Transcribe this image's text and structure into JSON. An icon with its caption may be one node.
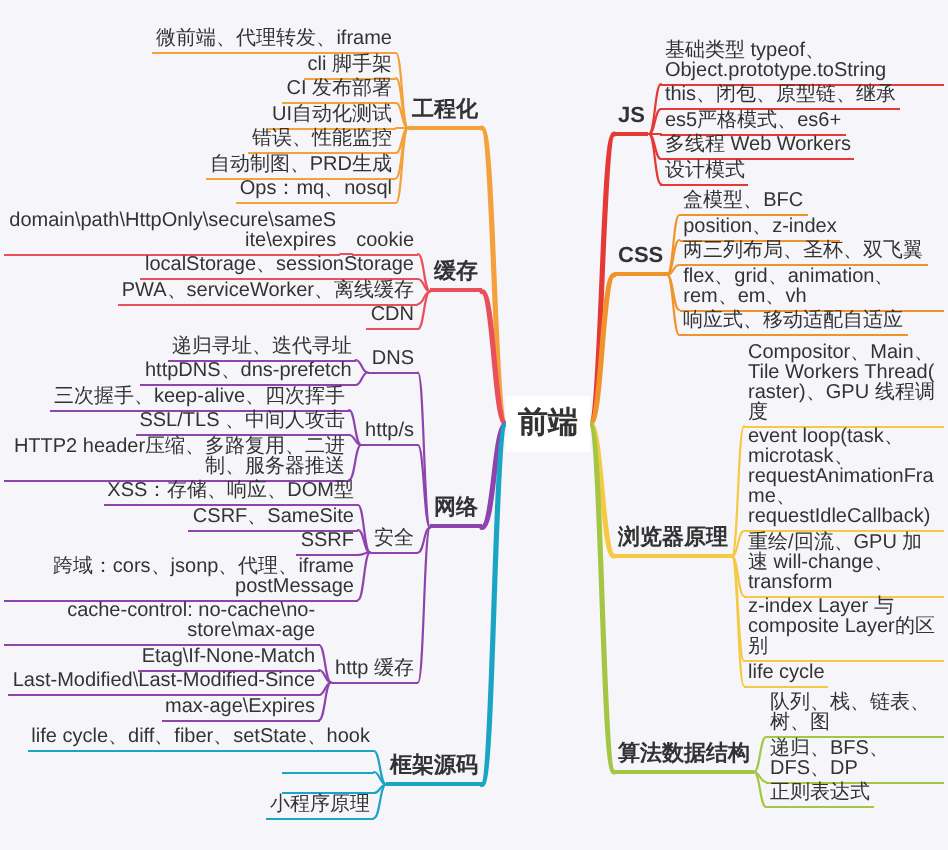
{
  "diagram": {
    "nodes": [
      {
        "text": [
          "前端"
        ]
      },
      {
        "text": [
          "工程化"
        ]
      },
      {
        "text": [
          "微前端、代理转发、iframe"
        ]
      },
      {
        "text": [
          "cli 脚手架"
        ]
      },
      {
        "text": [
          "CI 发布部署"
        ]
      },
      {
        "text": [
          "UI自动化测试"
        ]
      },
      {
        "text": [
          "错误、性能监控"
        ]
      },
      {
        "text": [
          "自动制图、PRD生成"
        ]
      },
      {
        "text": [
          "Ops：mq、nosql"
        ]
      },
      {
        "text": [
          "缓存"
        ]
      },
      {
        "text": [
          "cookie"
        ]
      },
      {
        "text": [
          "domain\\path\\HttpOnly\\secure\\sameSite\\expires"
        ]
      },
      {
        "text": [
          "localStorage、sessionStorage"
        ]
      },
      {
        "text": [
          "PWA、serviceWorker、离线缓存"
        ]
      },
      {
        "text": [
          "CDN"
        ]
      },
      {
        "text": [
          "网络"
        ]
      },
      {
        "text": [
          "DNS"
        ]
      },
      {
        "text": [
          "递归寻址、迭代寻址"
        ]
      },
      {
        "text": [
          "httpDNS、dns-prefetch"
        ]
      },
      {
        "text": [
          "http/s"
        ]
      },
      {
        "text": [
          "三次握手、keep-alive、四次挥手"
        ]
      },
      {
        "text": [
          "SSL/TLS 、中间人攻击"
        ]
      },
      {
        "text": [
          "HTTP2 header压缩、多路复用、二进制、服务器推送"
        ]
      },
      {
        "text": [
          "安全"
        ]
      },
      {
        "text": [
          "XSS：存储、响应、DOM型"
        ]
      },
      {
        "text": [
          "CSRF、SameSite"
        ]
      },
      {
        "text": [
          "SSRF"
        ]
      },
      {
        "text": [
          "跨域：cors、jsonp、代理、iframe postMessage"
        ]
      },
      {
        "text": [
          "http 缓存"
        ]
      },
      {
        "text": [
          "cache-control: no-cache\\no-store\\max-age"
        ]
      },
      {
        "text": [
          "Etag\\If-None-Match"
        ]
      },
      {
        "text": [
          "Last-Modified\\Last-Modified-Since"
        ]
      },
      {
        "text": [
          "max-age\\Expires"
        ]
      },
      {
        "text": [
          "框架源码"
        ]
      },
      {
        "text": [
          "life cycle、diff、fiber、setState、hook"
        ]
      },
      {
        "text": [],
        "shape": "bar"
      },
      {
        "text": [],
        "shape": "bar"
      },
      {
        "text": [
          "小程序原理"
        ]
      },
      {
        "text": [
          "JS"
        ]
      },
      {
        "text": [
          "基础类型 typeof、Object.prototype.toString"
        ]
      },
      {
        "text": [
          "this、闭包、原型链、继承"
        ]
      },
      {
        "text": [
          "es5严格模式、es6+"
        ]
      },
      {
        "text": [
          "多线程 Web Workers"
        ]
      },
      {
        "text": [
          "设计模式"
        ]
      },
      {
        "text": [
          "CSS"
        ]
      },
      {
        "text": [
          "盒模型、BFC"
        ]
      },
      {
        "text": [
          "position、z-index"
        ]
      },
      {
        "text": [
          "两三列布局、圣杯、双飞翼"
        ]
      },
      {
        "text": [
          "flex、grid、animation、rem、em、vh"
        ]
      },
      {
        "text": [
          "响应式、移动适配自适应"
        ]
      },
      {
        "text": [
          "浏览器原理"
        ]
      },
      {
        "text": [
          "Compositor、Main、Tile Workers Thread( raster)、GPU 线程调度"
        ]
      },
      {
        "text": [
          "event loop(task、microtask、requestAnimationFrame、requestIdleCallback)"
        ]
      },
      {
        "text": [
          "重绘/回流、GPU 加速 will-change、transform"
        ]
      },
      {
        "text": [
          "z-index Layer 与 composite Layer的区别"
        ]
      },
      {
        "text": [
          "life cycle"
        ]
      },
      {
        "text": [
          "算法数据结构"
        ]
      },
      {
        "text": [
          "队列、栈、链表、树、图"
        ]
      },
      {
        "text": [
          "递归、BFS、DFS、DP"
        ]
      },
      {
        "text": [
          "正则表达式"
        ]
      }
    ],
    "edges": [
      {
        "from": 0,
        "to": 1,
        "arrow": "none",
        "style": "thick",
        "color": "#f5a13b"
      },
      {
        "from": 1,
        "to": 2,
        "arrow": "none",
        "color": "#f5a13b"
      },
      {
        "from": 1,
        "to": 3,
        "arrow": "none",
        "color": "#f5a13b"
      },
      {
        "from": 1,
        "to": 4,
        "arrow": "none",
        "color": "#f5a13b"
      },
      {
        "from": 1,
        "to": 5,
        "arrow": "none",
        "color": "#f5a13b"
      },
      {
        "from": 1,
        "to": 6,
        "arrow": "none",
        "color": "#f5a13b"
      },
      {
        "from": 1,
        "to": 7,
        "arrow": "none",
        "color": "#f5a13b"
      },
      {
        "from": 1,
        "to": 8,
        "arrow": "none",
        "color": "#f5a13b"
      },
      {
        "from": 0,
        "to": 9,
        "arrow": "none",
        "style": "thick",
        "color": "#e8505b"
      },
      {
        "from": 9,
        "to": 10,
        "arrow": "none",
        "color": "#e8505b"
      },
      {
        "from": 10,
        "to": 11,
        "arrow": "none",
        "color": "#e8505b"
      },
      {
        "from": 9,
        "to": 12,
        "arrow": "none",
        "color": "#e8505b"
      },
      {
        "from": 9,
        "to": 13,
        "arrow": "none",
        "color": "#e8505b"
      },
      {
        "from": 9,
        "to": 14,
        "arrow": "none",
        "color": "#e8505b"
      },
      {
        "from": 0,
        "to": 15,
        "arrow": "none",
        "style": "thick",
        "color": "#8e44ad"
      },
      {
        "from": 15,
        "to": 16,
        "arrow": "none",
        "color": "#8e44ad"
      },
      {
        "from": 16,
        "to": 17,
        "arrow": "none",
        "color": "#8e44ad"
      },
      {
        "from": 16,
        "to": 18,
        "arrow": "none",
        "color": "#8e44ad"
      },
      {
        "from": 15,
        "to": 19,
        "arrow": "none",
        "color": "#8e44ad"
      },
      {
        "from": 19,
        "to": 20,
        "arrow": "none",
        "color": "#8e44ad"
      },
      {
        "from": 19,
        "to": 21,
        "arrow": "none",
        "color": "#8e44ad"
      },
      {
        "from": 19,
        "to": 22,
        "arrow": "none",
        "color": "#8e44ad"
      },
      {
        "from": 15,
        "to": 23,
        "arrow": "none",
        "color": "#8e44ad"
      },
      {
        "from": 23,
        "to": 24,
        "arrow": "none",
        "color": "#8e44ad"
      },
      {
        "from": 23,
        "to": 25,
        "arrow": "none",
        "color": "#8e44ad"
      },
      {
        "from": 23,
        "to": 26,
        "arrow": "none",
        "color": "#8e44ad"
      },
      {
        "from": 23,
        "to": 27,
        "arrow": "none",
        "color": "#8e44ad"
      },
      {
        "from": 15,
        "to": 28,
        "arrow": "none",
        "color": "#8e44ad"
      },
      {
        "from": 28,
        "to": 29,
        "arrow": "none",
        "color": "#8e44ad"
      },
      {
        "from": 28,
        "to": 30,
        "arrow": "none",
        "color": "#8e44ad"
      },
      {
        "from": 28,
        "to": 31,
        "arrow": "none",
        "color": "#8e44ad"
      },
      {
        "from": 28,
        "to": 32,
        "arrow": "none",
        "color": "#8e44ad"
      },
      {
        "from": 0,
        "to": 33,
        "arrow": "none",
        "style": "thick",
        "color": "#1ba5c4"
      },
      {
        "from": 33,
        "to": 34,
        "arrow": "none",
        "color": "#1ba5c4"
      },
      {
        "from": 33,
        "to": 35,
        "arrow": "none",
        "color": "#1ba5c4"
      },
      {
        "from": 33,
        "to": 36,
        "arrow": "none",
        "color": "#1ba5c4"
      },
      {
        "from": 33,
        "to": 37,
        "arrow": "none",
        "color": "#1ba5c4"
      },
      {
        "from": 0,
        "to": 38,
        "arrow": "none",
        "style": "thick",
        "color": "#e53935"
      },
      {
        "from": 38,
        "to": 39,
        "arrow": "none",
        "color": "#e53935"
      },
      {
        "from": 38,
        "to": 40,
        "arrow": "none",
        "color": "#e53935"
      },
      {
        "from": 38,
        "to": 41,
        "arrow": "none",
        "color": "#e53935"
      },
      {
        "from": 38,
        "to": 42,
        "arrow": "none",
        "color": "#e53935"
      },
      {
        "from": 38,
        "to": 43,
        "arrow": "none",
        "color": "#e53935"
      },
      {
        "from": 0,
        "to": 44,
        "arrow": "none",
        "style": "thick",
        "color": "#f0932b"
      },
      {
        "from": 44,
        "to": 45,
        "arrow": "none",
        "color": "#f0932b"
      },
      {
        "from": 44,
        "to": 46,
        "arrow": "none",
        "color": "#f0932b"
      },
      {
        "from": 44,
        "to": 47,
        "arrow": "none",
        "color": "#f0932b"
      },
      {
        "from": 44,
        "to": 48,
        "arrow": "none",
        "color": "#f0932b"
      },
      {
        "from": 44,
        "to": 49,
        "arrow": "none",
        "color": "#f0932b"
      },
      {
        "from": 0,
        "to": 50,
        "arrow": "none",
        "style": "thick",
        "color": "#f6c945"
      },
      {
        "from": 50,
        "to": 51,
        "arrow": "none",
        "color": "#f6c945"
      },
      {
        "from": 50,
        "to": 52,
        "arrow": "none",
        "color": "#f6c945"
      },
      {
        "from": 50,
        "to": 53,
        "arrow": "none",
        "color": "#f6c945"
      },
      {
        "from": 50,
        "to": 54,
        "arrow": "none",
        "color": "#f6c945"
      },
      {
        "from": 50,
        "to": 55,
        "arrow": "none",
        "color": "#f6c945"
      },
      {
        "from": 0,
        "to": 56,
        "arrow": "none",
        "style": "thick",
        "color": "#a3c644"
      },
      {
        "from": 56,
        "to": 57,
        "arrow": "none",
        "color": "#a3c644"
      },
      {
        "from": 56,
        "to": 58,
        "arrow": "none",
        "color": "#a3c644"
      },
      {
        "from": 56,
        "to": 59,
        "arrow": "none",
        "color": "#a3c644"
      }
    ]
  }
}
